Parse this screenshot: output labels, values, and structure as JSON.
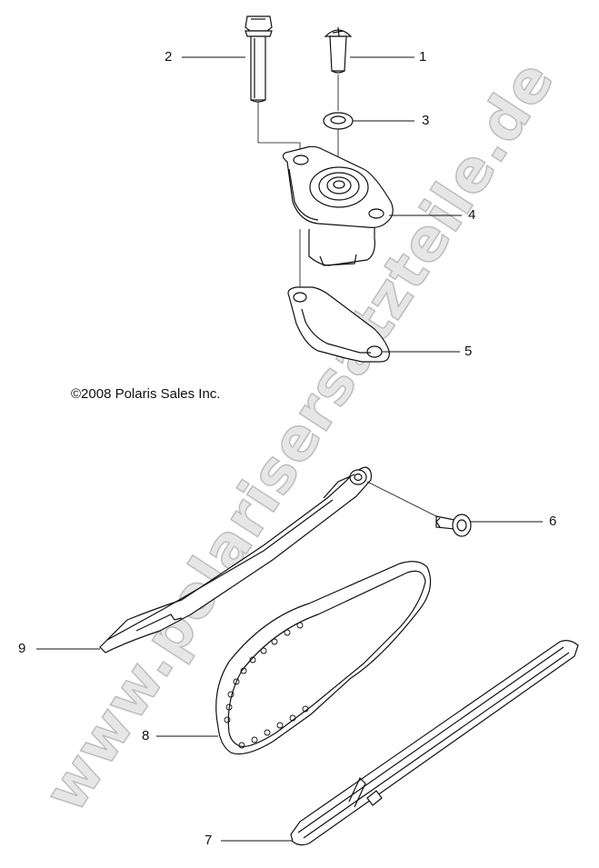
{
  "watermark": "www.polarisersatzteile.de",
  "copyright": "©2008 Polaris Sales Inc.",
  "callouts": {
    "c1": "1",
    "c2": "2",
    "c3": "3",
    "c4": "4",
    "c5": "5",
    "c6": "6",
    "c7": "7",
    "c8": "8",
    "c9": "9"
  },
  "colors": {
    "line": "#111111",
    "watermark": "#e6e6e6"
  }
}
